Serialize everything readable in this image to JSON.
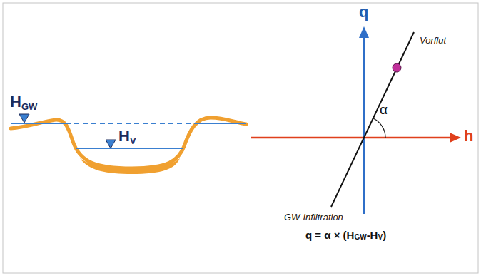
{
  "diagram": {
    "labels": [
      "H",
      "GW",
      "H",
      "V",
      "q",
      "h",
      "α",
      "Vorflut",
      "GW-Infiltration",
      "q = α × (H",
      "GW",
      "-H",
      "V",
      ")"
    ]
  }
}
